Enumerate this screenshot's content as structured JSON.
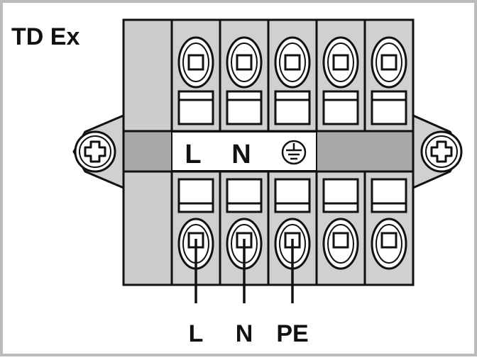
{
  "title": "TD Ex",
  "terminals": [
    {
      "top_label": "L",
      "wire_label": "L",
      "wired": true,
      "earth": false
    },
    {
      "top_label": "N",
      "wire_label": "N",
      "wired": true,
      "earth": false
    },
    {
      "top_label": "",
      "wire_label": "PE",
      "wired": true,
      "earth": true
    },
    {
      "top_label": "",
      "wire_label": "",
      "wired": false,
      "earth": false
    },
    {
      "top_label": "",
      "wire_label": "",
      "wired": false,
      "earth": false
    }
  ],
  "mounting_screws": [
    "left-mounting-screw",
    "right-mounting-screw"
  ],
  "icons": {
    "mount": "plus-screw-icon",
    "earth": "earth-ground-icon"
  },
  "colors": {
    "frame": "#bcbcbc",
    "body": "#d0d0d0",
    "band": "#a9a9a9",
    "outline": "#111111",
    "label_bg": "#ffffff"
  }
}
